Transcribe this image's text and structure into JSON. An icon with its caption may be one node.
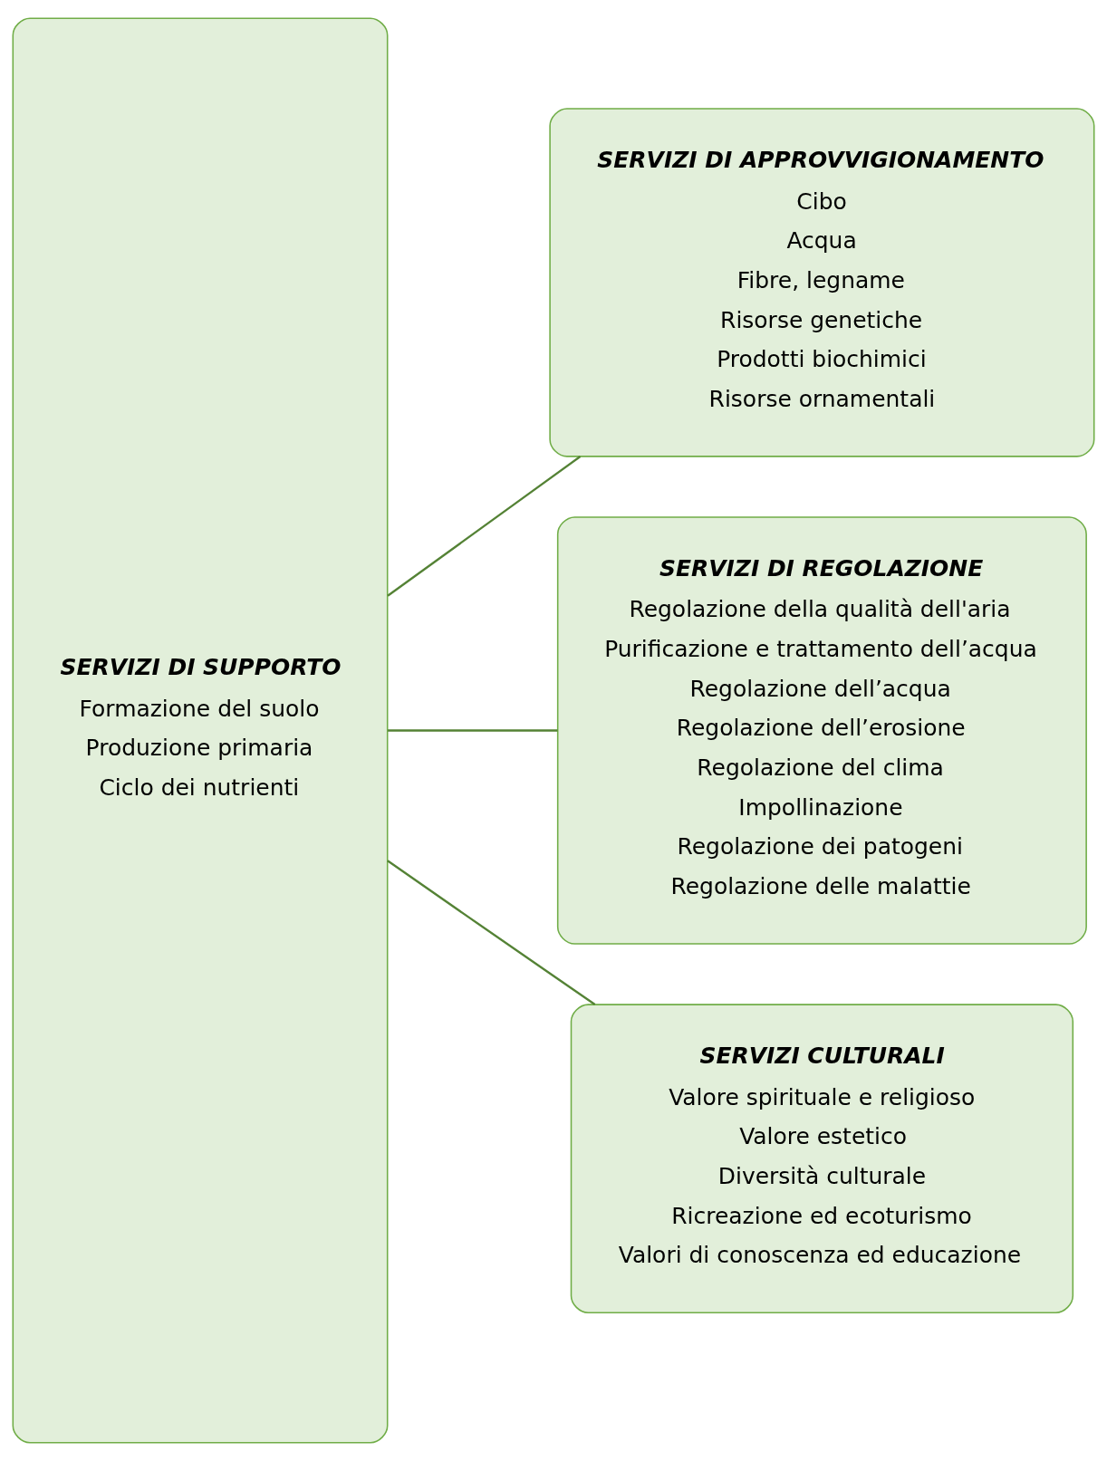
{
  "diagram": {
    "nodes": [
      {
        "text": [
          "SERVIZI DI SUPPORTO",
          "Formazione del suolo",
          "Produzione primaria",
          "Ciclo dei nutrienti"
        ]
      },
      {
        "text": [
          "SERVIZI DI APPROVVIGIONAMENTO",
          "Cibo",
          "Acqua",
          "Fibre, legname",
          "Risorse genetiche",
          "Prodotti biochimici",
          "Risorse ornamentali"
        ]
      },
      {
        "text": [
          "SERVIZI DI REGOLAZIONE",
          "Regolazione della qualità dell'aria",
          "Purificazione e trattamento dell’acqua",
          "Regolazione dell’acqua",
          "Regolazione dell’erosione",
          "Regolazione del clima",
          "Impollinazione",
          "Regolazione dei patogeni",
          "Regolazione delle malattie"
        ]
      },
      {
        "text": [
          "SERVIZI CULTURALI",
          "Valore spirituale e religioso",
          "Valore estetico",
          "Diversità culturale",
          "Ricreazione ed ecoturismo",
          "Valori di conoscenza ed educazione"
        ]
      }
    ],
    "edges": [
      {
        "from": 0,
        "to": 1,
        "arrow": "none"
      },
      {
        "from": 0,
        "to": 2,
        "arrow": "none"
      },
      {
        "from": 0,
        "to": 3,
        "arrow": "none"
      }
    ]
  }
}
